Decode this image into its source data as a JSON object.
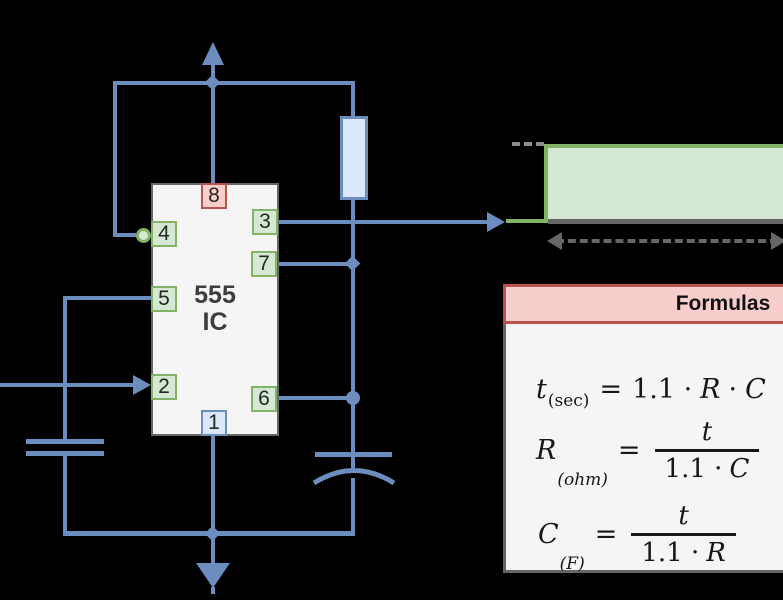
{
  "colors": {
    "blue-stroke": "#6c8ebf",
    "blue-fill": "#dae8fc",
    "green-stroke": "#82b366",
    "green-fill": "#d5e8d4",
    "red-stroke": "#b85450",
    "red-fill": "#f8cecc",
    "gray-stroke": "#666666",
    "gray-dash-light": "#8c8c8c",
    "chip-fill": "#f5f5f5",
    "chip-stroke": "#666666",
    "panel-fill": "#f5f5f5",
    "background": "#000000"
  },
  "chip": {
    "label_line1": "555",
    "label_line2": "IC",
    "pins": {
      "p8": "8",
      "p3": "3",
      "p4": "4",
      "p7": "7",
      "p5": "5",
      "p2": "2",
      "p6": "6",
      "p1": "1"
    }
  },
  "formulas": {
    "header": "Formulas",
    "row1": {
      "var": "t",
      "sub": "(sec)",
      "eq": "=",
      "coef": "1.1 ·",
      "v1": "R",
      "dot": "·",
      "v2": "C"
    },
    "row2": {
      "var": "R",
      "sub": "(ohm)",
      "eq": "=",
      "num": "t",
      "den_coef": "1.1 ·",
      "den_var": "C"
    },
    "row3": {
      "var": "C",
      "sub": "(F)",
      "eq": "=",
      "num": "t",
      "den_coef": "1.1 ·",
      "den_var": "R"
    }
  }
}
